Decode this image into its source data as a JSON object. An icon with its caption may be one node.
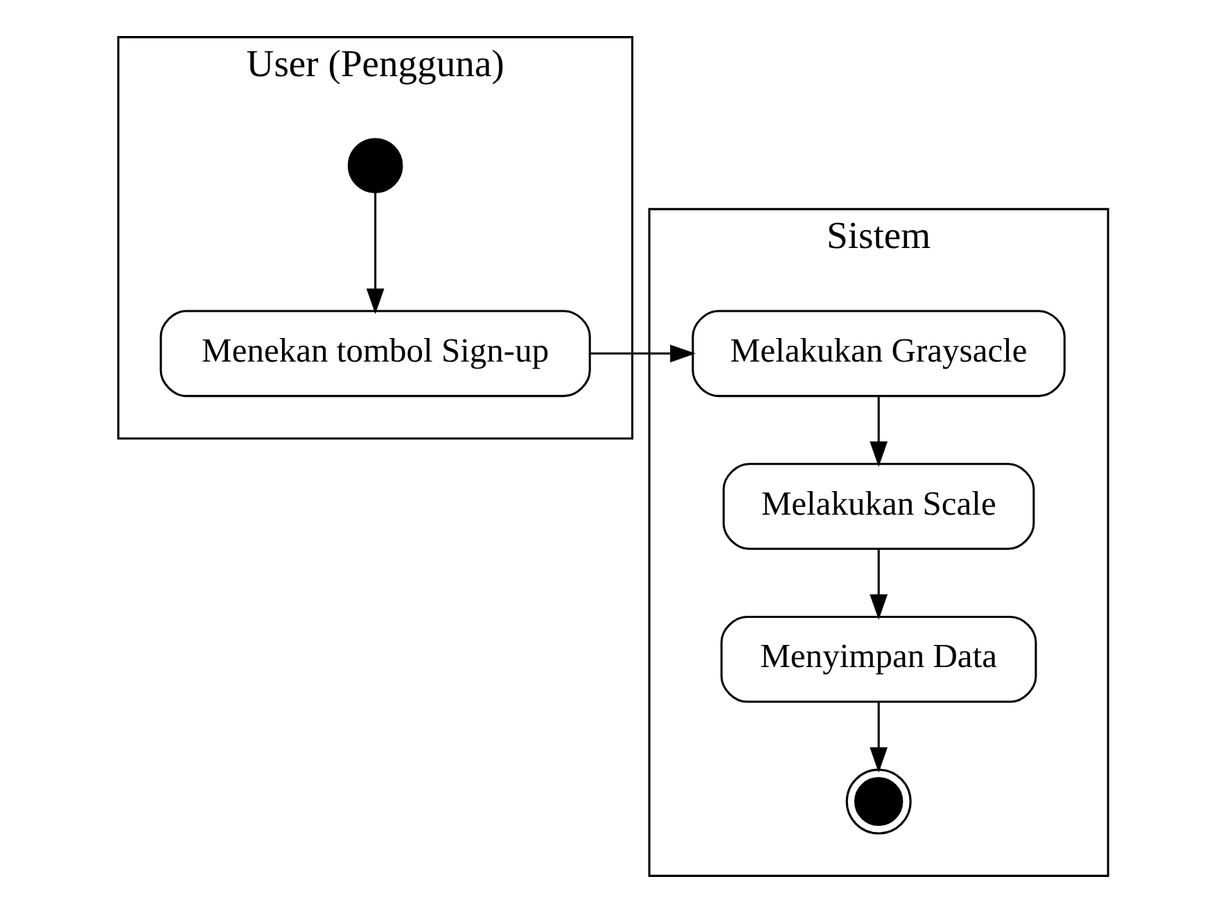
{
  "diagram": {
    "nodes": [
      {
        "text": [
          "User (Pengguna)"
        ]
      },
      {
        "text": [],
        "shape": "circle",
        "in": 0
      },
      {
        "text": [
          "Menekan tombol Sign-up"
        ],
        "in": 0
      },
      {
        "text": [
          "Sistem"
        ]
      },
      {
        "text": [
          "Melakukan Graysacle"
        ],
        "in": 3
      },
      {
        "text": [
          "Melakukan Scale"
        ],
        "in": 3
      },
      {
        "text": [
          "Menyimpan Data"
        ],
        "in": 3
      },
      {
        "text": [],
        "shape": "bullseye",
        "in": 3
      }
    ],
    "edges": [
      {
        "from": 1,
        "to": 2,
        "arrow": "to"
      },
      {
        "from": 2,
        "to": 4,
        "arrow": "to"
      },
      {
        "from": 4,
        "to": 5,
        "arrow": "to"
      },
      {
        "from": 5,
        "to": 6,
        "arrow": "to"
      },
      {
        "from": 6,
        "to": 7,
        "arrow": "to"
      }
    ]
  }
}
